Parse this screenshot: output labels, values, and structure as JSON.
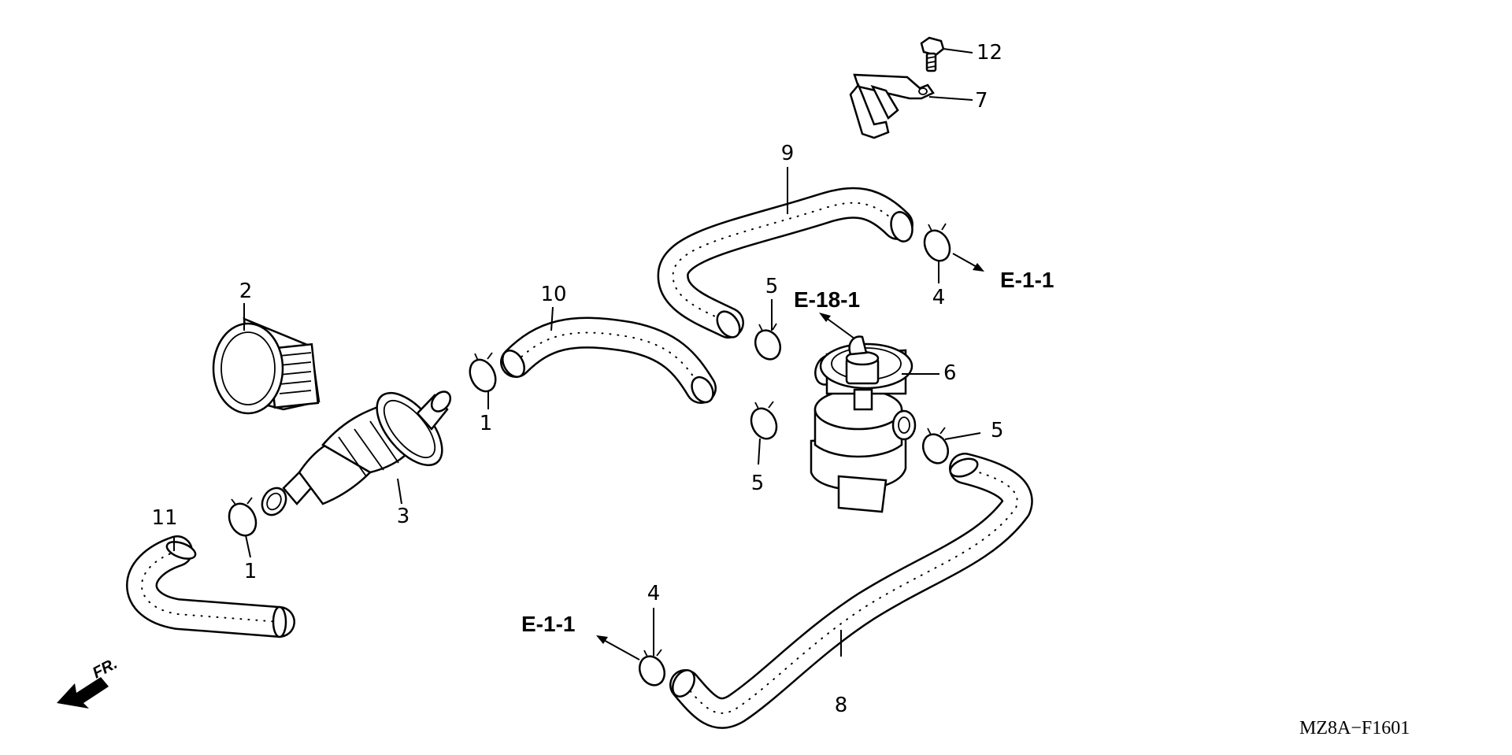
{
  "diagram": {
    "colors": {
      "line": "#000000",
      "background": "#ffffff"
    },
    "callouts": [
      {
        "id": "c1a",
        "text": "1"
      },
      {
        "id": "c1b",
        "text": "1"
      },
      {
        "id": "c2",
        "text": "2"
      },
      {
        "id": "c3",
        "text": "3"
      },
      {
        "id": "c4a",
        "text": "4"
      },
      {
        "id": "c4b",
        "text": "4"
      },
      {
        "id": "c5a",
        "text": "5"
      },
      {
        "id": "c5b",
        "text": "5"
      },
      {
        "id": "c5c",
        "text": "5"
      },
      {
        "id": "c6",
        "text": "6"
      },
      {
        "id": "c7",
        "text": "7"
      },
      {
        "id": "c8",
        "text": "8"
      },
      {
        "id": "c9",
        "text": "9"
      },
      {
        "id": "c10",
        "text": "10"
      },
      {
        "id": "c11",
        "text": "11"
      },
      {
        "id": "c12",
        "text": "12"
      }
    ],
    "references": {
      "e18": "E-18-1",
      "e1_right": "E-1-1",
      "e1_left": "E-1-1"
    },
    "front_label": "FR.",
    "front_icon": "front-arrow-icon",
    "diagram_code": "MZ8A−F1601"
  }
}
